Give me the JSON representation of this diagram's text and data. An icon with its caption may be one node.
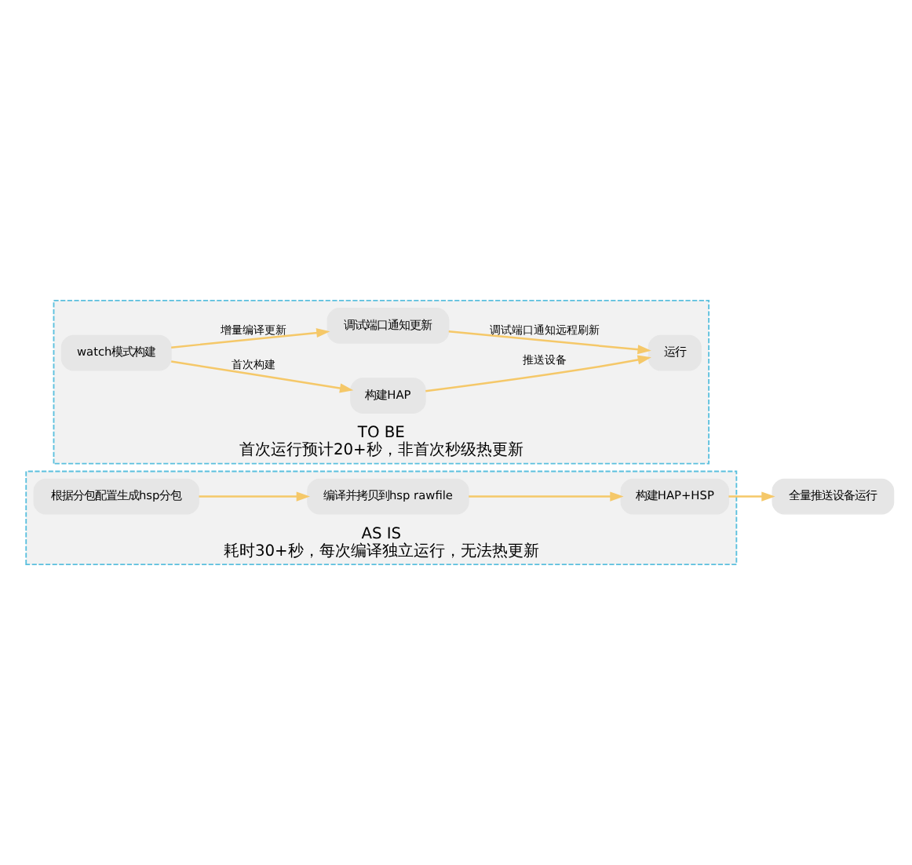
{
  "diagram": {
    "nodes": [
      {
        "text": [
          "AS IS",
          "耗时30+秒，每次编译独立运行，无法热更新"
        ]
      },
      {
        "text": [
          "根据分包配置生成hsp分包"
        ],
        "in": 0
      },
      {
        "text": [
          "编译并拷贝到hsp rawfile"
        ],
        "in": 0
      },
      {
        "text": [
          "构建HAP+HSP"
        ],
        "in": 0
      },
      {
        "text": [
          "全量推送设备运行"
        ]
      },
      {
        "text": [
          "TO BE",
          "首次运行预计20+秒，非首次秒级热更新"
        ]
      },
      {
        "text": [
          "watch模式构建"
        ],
        "in": 5
      },
      {
        "text": [
          "构建HAP"
        ],
        "in": 5
      },
      {
        "text": [
          "运行"
        ],
        "in": 5
      },
      {
        "text": [
          "调试端口通知更新"
        ],
        "in": 5
      }
    ],
    "edges": [
      {
        "from": 1,
        "to": 2,
        "arrow": "to"
      },
      {
        "from": 2,
        "to": 3,
        "arrow": "to"
      },
      {
        "from": 3,
        "to": 4,
        "arrow": "to"
      },
      {
        "from": 6,
        "to": 7,
        "arrow": "to",
        "label": "首次构建"
      },
      {
        "from": 7,
        "to": 8,
        "arrow": "to",
        "label": "推送设备"
      },
      {
        "from": 6,
        "to": 9,
        "arrow": "to",
        "label": "增量编译更新"
      },
      {
        "from": 9,
        "to": 8,
        "arrow": "to",
        "label": "调试端口通知远程刷新"
      }
    ]
  }
}
